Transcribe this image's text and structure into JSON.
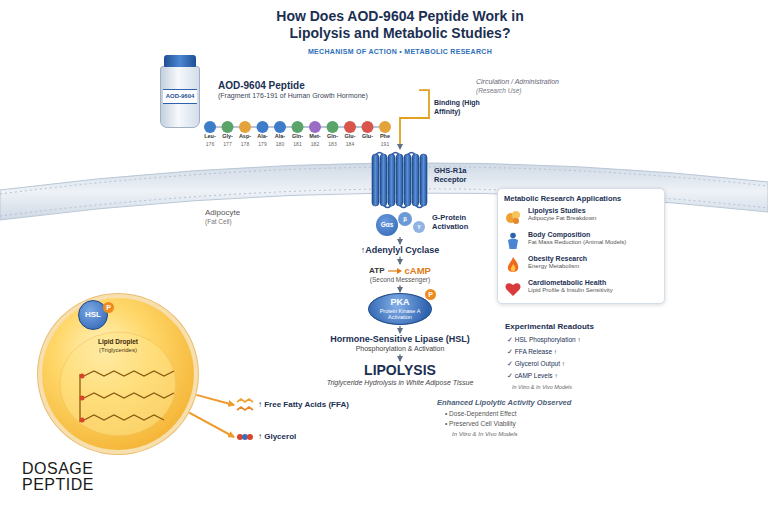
{
  "diagram": {
    "title": "How Does AOD-9604 Peptide Work in Lipolysis and Metabolic Studies?",
    "nodes": [
      {
        "text": [
          "AOD-9604"
        ]
      },
      {
        "text": [
          "AOD-9604 Peptide",
          "(Fragment 176-191 of Human Growth Hormone)"
        ]
      },
      {
        "text": [
          "GHS-R1a Receptor"
        ]
      },
      {
        "text": [
          "Gαs",
          "β",
          "γ",
          "G-Protein Activation"
        ]
      },
      {
        "text": [
          "↑Adenylyl Cyclase"
        ]
      },
      {
        "text": [
          "ATP",
          "cAMP",
          "(Second Messenger)"
        ]
      },
      {
        "text": [
          "PKA",
          "P",
          "Protein Kinase A Activation"
        ]
      },
      {
        "text": [
          "Hormone-Sensitive Lipase (HSL)",
          "Phosphorylation & Activation"
        ]
      },
      {
        "text": [
          "LIPOLYSIS",
          "Triglyceride Hydrolysis in White Adipose Tissue"
        ]
      },
      {
        "text": [
          "Lipid Droplet",
          "(Triglycerides)"
        ]
      },
      {
        "text": [
          "HSL",
          "P"
        ],
        "in": 9
      },
      {
        "text": [
          "↑ Free Fatty Acids (FFA)"
        ]
      },
      {
        "text": [
          "↑ Glycerol"
        ]
      },
      {
        "text": [
          "Metabolic Research Applications"
        ]
      },
      {
        "text": [
          "Lipolysis Studies",
          "Adipocyte Fat Breakdown"
        ],
        "in": 13
      },
      {
        "text": [
          "Body Composition",
          "Fat Mass Reduction (Animal Models)"
        ],
        "in": 13
      },
      {
        "text": [
          "Obesity Research",
          "Energy Metabolism"
        ],
        "in": 13
      },
      {
        "text": [
          "Cardiometabolic Health",
          "Lipid Profile & Insulin Sensitivity"
        ],
        "in": 13
      }
    ],
    "edges": [
      {
        "from": 1,
        "to": 2,
        "label": "Binding (High Affinity)",
        "arrow": "to"
      },
      {
        "from": 3,
        "to": 4,
        "arrow": "to"
      },
      {
        "from": 4,
        "to": 5,
        "arrow": "to"
      },
      {
        "from": 5,
        "to": 6,
        "arrow": "to"
      },
      {
        "from": 6,
        "to": 7,
        "arrow": "to"
      },
      {
        "from": 7,
        "to": 8,
        "arrow": "to"
      },
      {
        "from": 9,
        "to": 11,
        "arrow": "to"
      },
      {
        "from": 9,
        "to": 12,
        "arrow": "to"
      }
    ],
    "labels": [
      "MECHANISM OF ACTION • METABOLIC RESEARCH",
      "Circulation / Administration",
      "(Research Use)",
      "Leu-",
      "Gly-",
      "Asp-",
      "Ala-",
      "Ala-",
      "Gln-",
      "Met-",
      "Gln-",
      "Glu-",
      "Glu-",
      "Phe",
      "176",
      "177",
      "178",
      "179",
      "180",
      "181",
      "182",
      "183",
      "184",
      "191",
      "Adipocyte",
      "(Fat Cell)",
      "Enhanced Lipolytic Activity Observed",
      "• Dose-Dependent Effect",
      "• Preserved Cell Viability",
      "In Vitro & In Vivo Models",
      "Experimental Readouts",
      "✓ HSL Phosphorylation ↑",
      "✓ FFA Release ↑",
      "✓ Glycerol Output ↑",
      "✓ cAMP Levels ↑",
      "In Vitro & In Vivo Models",
      "DOSAGE",
      "PEPTIDE"
    ]
  }
}
